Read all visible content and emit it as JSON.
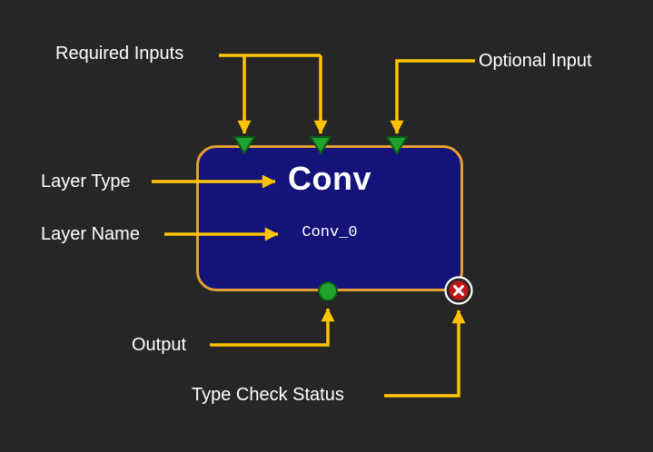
{
  "diagram": {
    "node": {
      "layer_type": "Conv",
      "layer_name": "Conv_0",
      "required_input_count": 2,
      "optional_input_count": 1,
      "output_count": 1
    },
    "labels": {
      "required_inputs": "Required Inputs",
      "optional_input": "Optional Input",
      "layer_type": "Layer Type",
      "layer_name": "Layer Name",
      "output": "Output",
      "type_check_status": "Type Check Status"
    },
    "icons": {
      "input_connector": "triangle-down-icon",
      "output_connector": "circle-icon",
      "type_check_status": "x-circle-icon"
    },
    "colors": {
      "background": "#262626",
      "node_fill": "#131379",
      "node_border": "#E2A02F",
      "arrow": "#FFC400",
      "connector_green": "#1FA32E",
      "connector_green_border": "#0A5A14",
      "status_red": "#C01818",
      "status_ring": "#FFFFFF",
      "label_text": "#FFFFFF"
    }
  }
}
